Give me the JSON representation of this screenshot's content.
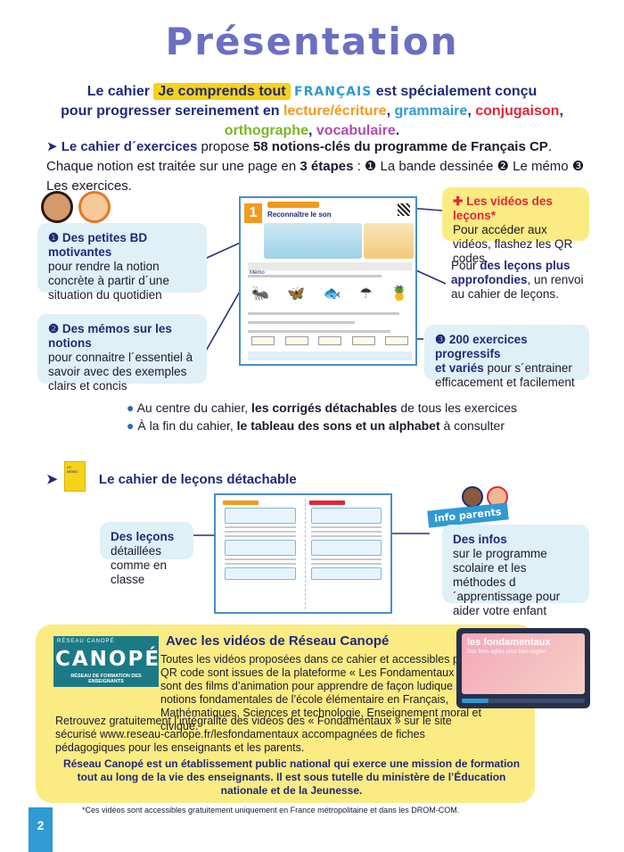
{
  "title": "Présentation",
  "intro": {
    "part1": "Le cahier",
    "highlight": "Je comprends tout",
    "subject": "FRANÇAIS",
    "part2": "est spécialement conçu",
    "line2": "pour progresser sereinement en",
    "s1": "lecture/écriture",
    "s2": "grammaire",
    "s3": "conjugaison",
    "s4": "orthographe",
    "s5": "vocabulaire",
    "sep": ", ",
    "end": "."
  },
  "paragraph": {
    "arrow": "➤",
    "lead": "Le cahier d´exercices",
    "t1": " propose ",
    "b1": "58 notions-clés du programme de Français CP",
    "t2": ". Chaque notion est traitée sur une page en ",
    "b2": "3 étapes",
    "t3": " : ❶ La bande dessinée ❷ Le mémo ❸ Les exercices."
  },
  "callouts": {
    "bd": {
      "bold": "❶ Des petites BD motivantes",
      "text": "pour rendre la notion concrète à partir d´une situation du quotidien"
    },
    "memos": {
      "bold": "❷ Des mémos sur les notions",
      "text": "pour connaitre l´essentiel à savoir avec des exemples clairs et concis"
    },
    "videos": {
      "plus": "✚",
      "bold": "Les vidéos des leçons*",
      "text": "Pour accéder aux vidéos, flashez les QR codes."
    },
    "approfondies": {
      "t1": "Pour ",
      "bold": "des leçons plus approfondies",
      "t2": ", un renvoi au cahier de leçons."
    },
    "exercices": {
      "bold1": "❸ 200 exercices progressifs",
      "bold2": "et variés",
      "text": " pour s´entrainer efficacement et facilement"
    }
  },
  "workbook": {
    "number": "1",
    "title": "Reconnaître le son",
    "memo": "Mémo",
    "icons": [
      "🐜",
      "🦋",
      "🐟",
      "☂",
      "🍍"
    ]
  },
  "bullets": [
    {
      "dot": "●",
      "t1": "Au centre du cahier, ",
      "b": "les corrigés détachables",
      "t2": " de tous les exercices"
    },
    {
      "dot": "●",
      "t1": "À la fin du cahier, ",
      "b": "le tableau des sons et un alphabet",
      "t2": " à consulter"
    }
  ],
  "lecons": {
    "arrow": "➤",
    "heading": "Le cahier de leçons détachable",
    "booklet_label": "LE MÉMO",
    "left_callout": {
      "bold": "Des leçons",
      "text": " détaillées comme en classe"
    },
    "badge": "info parents",
    "right_callout": {
      "bold": "Des infos",
      "text": "sur le programme scolaire et les méthodes d´apprentissage pour aider votre enfant"
    }
  },
  "canope": {
    "logo_top": "RÉSEAU CANOPÉ",
    "logo_name": "CANOPÉ",
    "logo_sub": "RÉSEAU DE FORMATION DES ENSEIGNANTS",
    "title": "Avec les vidéos de Réseau Canopé",
    "p1": "Toutes les vidéos proposées dans ce cahier et accessibles par un QR code sont issues de la plateforme « Les Fondamentaux ». Ce sont des films d’animation pour apprendre de façon ludique les notions fondamentales de l’école élémentaire en Français, Mathématiques, Sciences et technologie, Enseignement moral et civique.",
    "p2": "Retrouvez gratuitement l’intégralité des vidéos des « Fondamentaux » sur le site sécurisé www.reseau-canope.fr/lesfondamentaux accompagnées de fiches pédagogiques pour les enseignants et les parents.",
    "p3": "Réseau Canopé est un établissement public national qui exerce une mission de formation tout au long de la vie des enseignants. Il est sous tutelle du ministère de l’Éducation nationale et de la Jeunesse.",
    "video_t1": "les fondamentaux",
    "video_t2": "Des films agiles pour bien cogiter"
  },
  "footnote": "*Ces vidéos sont accessibles gratuitement uniquement en France métropolitaine et dans les DROM-COM.",
  "page_number": "2"
}
